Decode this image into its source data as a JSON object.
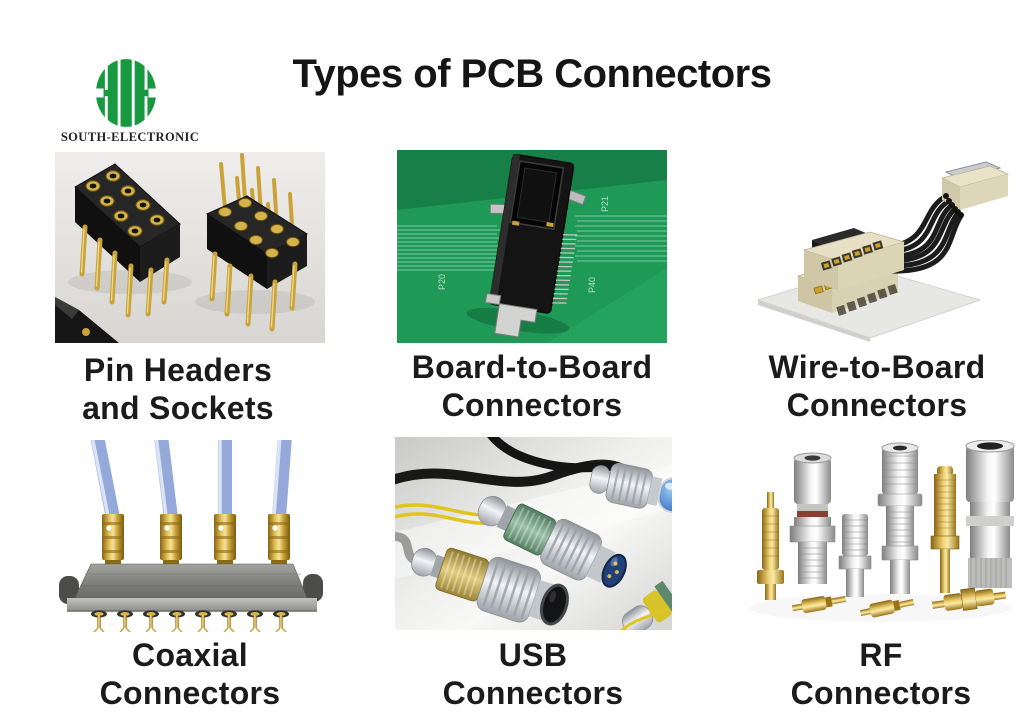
{
  "header": {
    "title": "Types of PCB Connectors",
    "brand": "SOUTH-ELECTRONIC"
  },
  "palette": {
    "logo_green": "#17993F",
    "pcb_green": "#1E9A56",
    "gold": "#C9A23A",
    "cable_blue": "#94A9D9",
    "label_text": "#1B1B1B"
  },
  "cells": [
    {
      "id": "pin-headers-and-sockets",
      "label": [
        "Pin Headers",
        "and Sockets"
      ],
      "photo": "pin-headers-and-sockets-photo"
    },
    {
      "id": "board-to-board",
      "label": [
        "Board-to-Board",
        "Connectors"
      ],
      "photo": "board-to-board-connector-photo",
      "silkscreen": [
        "P21",
        "P40",
        "P20"
      ]
    },
    {
      "id": "wire-to-board",
      "label": [
        "Wire-to-Board",
        "Connectors"
      ],
      "photo": "wire-to-board-connector-photo"
    },
    {
      "id": "coaxial",
      "label": [
        "Coaxial",
        "Connectors"
      ],
      "photo": "coaxial-connectors-photo"
    },
    {
      "id": "usb",
      "label": [
        "USB",
        "Connectors"
      ],
      "photo": "usb-connectors-photo"
    },
    {
      "id": "rf",
      "label": [
        "RF",
        "Connectors"
      ],
      "photo": "rf-connectors-photo"
    }
  ]
}
